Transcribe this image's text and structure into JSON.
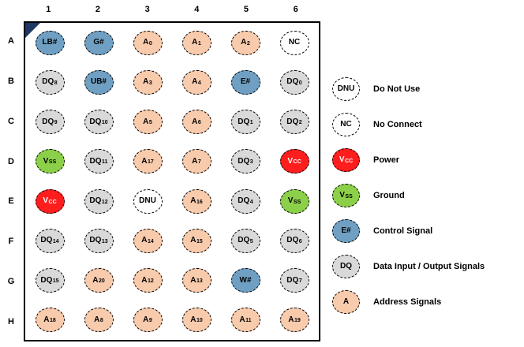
{
  "diagram": {
    "columns": [
      "1",
      "2",
      "3",
      "4",
      "5",
      "6"
    ],
    "rows": [
      "A",
      "B",
      "C",
      "D",
      "E",
      "F",
      "G",
      "H"
    ],
    "pins": [
      [
        {
          "n": "LB#",
          "s": "",
          "t": "control"
        },
        {
          "n": "G#",
          "s": "",
          "t": "control"
        },
        {
          "n": "A",
          "s": "0",
          "t": "address"
        },
        {
          "n": "A",
          "s": "1",
          "t": "address"
        },
        {
          "n": "A",
          "s": "2",
          "t": "address"
        },
        {
          "n": "NC",
          "s": "",
          "t": "nc"
        }
      ],
      [
        {
          "n": "DQ",
          "s": "8",
          "t": "data"
        },
        {
          "n": "UB#",
          "s": "",
          "t": "control"
        },
        {
          "n": "A",
          "s": "3",
          "t": "address"
        },
        {
          "n": "A",
          "s": "4",
          "t": "address"
        },
        {
          "n": "E#",
          "s": "",
          "t": "control"
        },
        {
          "n": "DQ",
          "s": "0",
          "t": "data"
        }
      ],
      [
        {
          "n": "DQ",
          "s": "9",
          "t": "data"
        },
        {
          "n": "DQ",
          "s": "10",
          "t": "data"
        },
        {
          "n": "A",
          "s": "5",
          "t": "address"
        },
        {
          "n": "A",
          "s": "6",
          "t": "address"
        },
        {
          "n": "DQ",
          "s": "1",
          "t": "data"
        },
        {
          "n": "DQ",
          "s": "2",
          "t": "data"
        }
      ],
      [
        {
          "n": "V",
          "s": "SS",
          "t": "ground"
        },
        {
          "n": "DQ",
          "s": "11",
          "t": "data"
        },
        {
          "n": "A",
          "s": "17",
          "t": "address"
        },
        {
          "n": "A",
          "s": "7",
          "t": "address"
        },
        {
          "n": "DQ",
          "s": "3",
          "t": "data"
        },
        {
          "n": "V",
          "s": "CC",
          "t": "power"
        }
      ],
      [
        {
          "n": "V",
          "s": "CC",
          "t": "power"
        },
        {
          "n": "DQ",
          "s": "12",
          "t": "data"
        },
        {
          "n": "DNU",
          "s": "",
          "t": "nc"
        },
        {
          "n": "A",
          "s": "16",
          "t": "address"
        },
        {
          "n": "DQ",
          "s": "4",
          "t": "data"
        },
        {
          "n": "V",
          "s": "SS",
          "t": "ground"
        }
      ],
      [
        {
          "n": "DQ",
          "s": "14",
          "t": "data"
        },
        {
          "n": "DQ",
          "s": "13",
          "t": "data"
        },
        {
          "n": "A",
          "s": "14",
          "t": "address"
        },
        {
          "n": "A",
          "s": "15",
          "t": "address"
        },
        {
          "n": "DQ",
          "s": "5",
          "t": "data"
        },
        {
          "n": "DQ",
          "s": "6",
          "t": "data"
        }
      ],
      [
        {
          "n": "DQ",
          "s": "15",
          "t": "data"
        },
        {
          "n": "A",
          "s": "20",
          "t": "address"
        },
        {
          "n": "A",
          "s": "12",
          "t": "address"
        },
        {
          "n": "A",
          "s": "13",
          "t": "address"
        },
        {
          "n": "W#",
          "s": "",
          "t": "control"
        },
        {
          "n": "DQ",
          "s": "7",
          "t": "data"
        }
      ],
      [
        {
          "n": "A",
          "s": "18",
          "t": "address"
        },
        {
          "n": "A",
          "s": "8",
          "t": "address"
        },
        {
          "n": "A",
          "s": "9",
          "t": "address"
        },
        {
          "n": "A",
          "s": "10",
          "t": "address"
        },
        {
          "n": "A",
          "s": "11",
          "t": "address"
        },
        {
          "n": "A",
          "s": "19",
          "t": "address"
        }
      ]
    ]
  },
  "legend": {
    "items": [
      {
        "symbol": "DNU",
        "sub": "",
        "type": "nc",
        "label": "Do Not Use"
      },
      {
        "symbol": "NC",
        "sub": "",
        "type": "nc",
        "label": "No Connect"
      },
      {
        "symbol": "V",
        "sub": "CC",
        "type": "power",
        "label": "Power"
      },
      {
        "symbol": "V",
        "sub": "SS",
        "type": "ground",
        "label": "Ground"
      },
      {
        "symbol": "E#",
        "sub": "",
        "type": "control",
        "label": "Control Signal"
      },
      {
        "symbol": "DQ",
        "sub": "",
        "type": "data",
        "label": "Data Input / Output Signals"
      },
      {
        "symbol": "A",
        "sub": "",
        "type": "address",
        "label": "Address Signals"
      }
    ]
  },
  "colors": {
    "control": "#6fa0c3",
    "data": "#d9d9d9",
    "address": "#f8cbad",
    "power": "#ff1d1d",
    "ground": "#8cd04a",
    "nc": "#ffffff",
    "marker": "#1f3864"
  }
}
